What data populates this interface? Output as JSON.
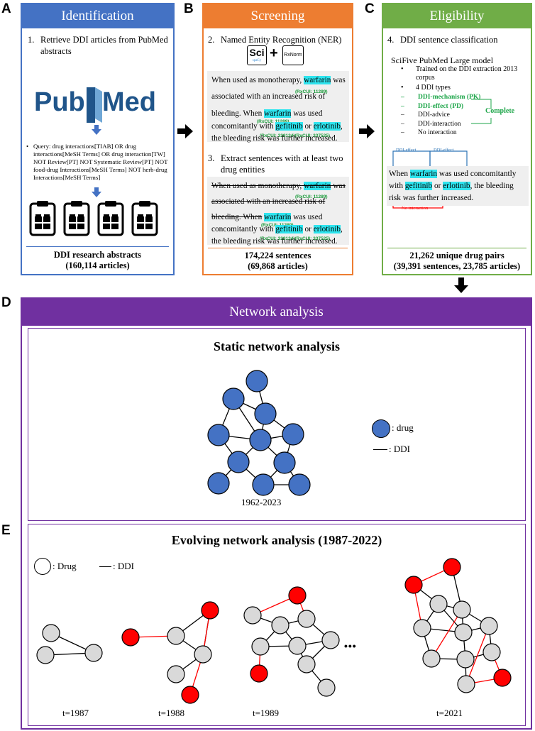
{
  "panels": {
    "a": {
      "letter": "A",
      "header": "Identification",
      "step": "1.",
      "step_text": "Retrieve DDI articles from PubMed abstracts",
      "logo_text_1": "Pub",
      "logo_text_2": "Med",
      "bullet": "•",
      "query": "Query: drug interactions[TIAB] OR drug interactions[MeSH Terms] OR drug interaction[TW] NOT Review[PT] NOT Systematic Review[PT] NOT food-drug Interactions[MeSH Terms] NOT herb-drug Interactions[MeSH Terms]",
      "summary_1": "DDI research abstracts",
      "summary_2": "(160,114 articles)",
      "color": "#4472c4"
    },
    "b": {
      "letter": "B",
      "header": "Screening",
      "step2": "2.",
      "step2_text": "Named Entity Recognition (NER)",
      "sci_logo": "Sci",
      "sci_sub": "spaCy",
      "plus": "+",
      "rxnorm_logo": "RxNorm",
      "s1_pre": "When used as monotherapy,",
      "s1_drug": "warfarin",
      "s1_post": "was",
      "s1_line2": "associated with an increased risk of",
      "s1_line3_pre": "bleeding. When",
      "s1_line3_drug": "warfarin",
      "s1_line3_post": "was used",
      "s1_line4_pre": "concomitantly with",
      "s1_drug2": "gefitinib",
      "s1_or": "or",
      "s1_drug3": "erlotinib",
      "s1_line5": "the bleeding risk was further increased.",
      "rx_warfarin": "(RxCUI: 11289)",
      "rx_pair": "(RxCUI: 328134)(RxCUI: 337525)",
      "step3": "3.",
      "step3_text": "Extract sentences with at least two drug entities",
      "summary_1": "174,224 sentences",
      "summary_2": "(69,868 articles)",
      "color": "#ed7d31"
    },
    "c": {
      "letter": "C",
      "header": "Eligibility",
      "step": "4.",
      "step_text": "DDI sentence classification",
      "model": "SciFive PubMed Large model",
      "bullet1": "Trained on the DDI extraction 2013 corpus",
      "bullet2": "4 DDI types",
      "types": [
        "DDI-mechanism (PK)",
        "DDI-effect (PD)",
        "DDI-advice",
        "DDI-interaction",
        "No interaction"
      ],
      "complete": "Complete",
      "ddi_effect_1": "DDI-effect",
      "ddi_effect_2": "DDI-effect",
      "no_interaction": "No interaction",
      "ex_pre": "When",
      "ex_drug1": "warfarin",
      "ex_mid": "was used concomitantly with",
      "ex_drug2": "gefitinib",
      "ex_or": "or",
      "ex_drug3": "erlotinib",
      "ex_post": ", the bleeding risk was further increased.",
      "summary_1": "21,262 unique drug pairs",
      "summary_2": "(39,391 sentences, 23,785 articles)",
      "color": "#70ad47"
    },
    "d": {
      "letter": "D",
      "header": "Network analysis",
      "title": "Static network analysis",
      "legend_drug": ": drug",
      "legend_ddi": ": DDI",
      "years": "1962-2023",
      "color": "#7030a0",
      "node_color": "#4472c4"
    },
    "e": {
      "letter": "E",
      "title": "Evolving network analysis (1987-2022)",
      "legend_drug": ": Drug",
      "legend_ddi": ": DDI",
      "dots": "•••",
      "times": [
        "t=1987",
        "t=1988",
        "t=1989",
        "t=2021"
      ],
      "old_color": "#d9d9d9",
      "new_color": "#ff0000"
    }
  }
}
